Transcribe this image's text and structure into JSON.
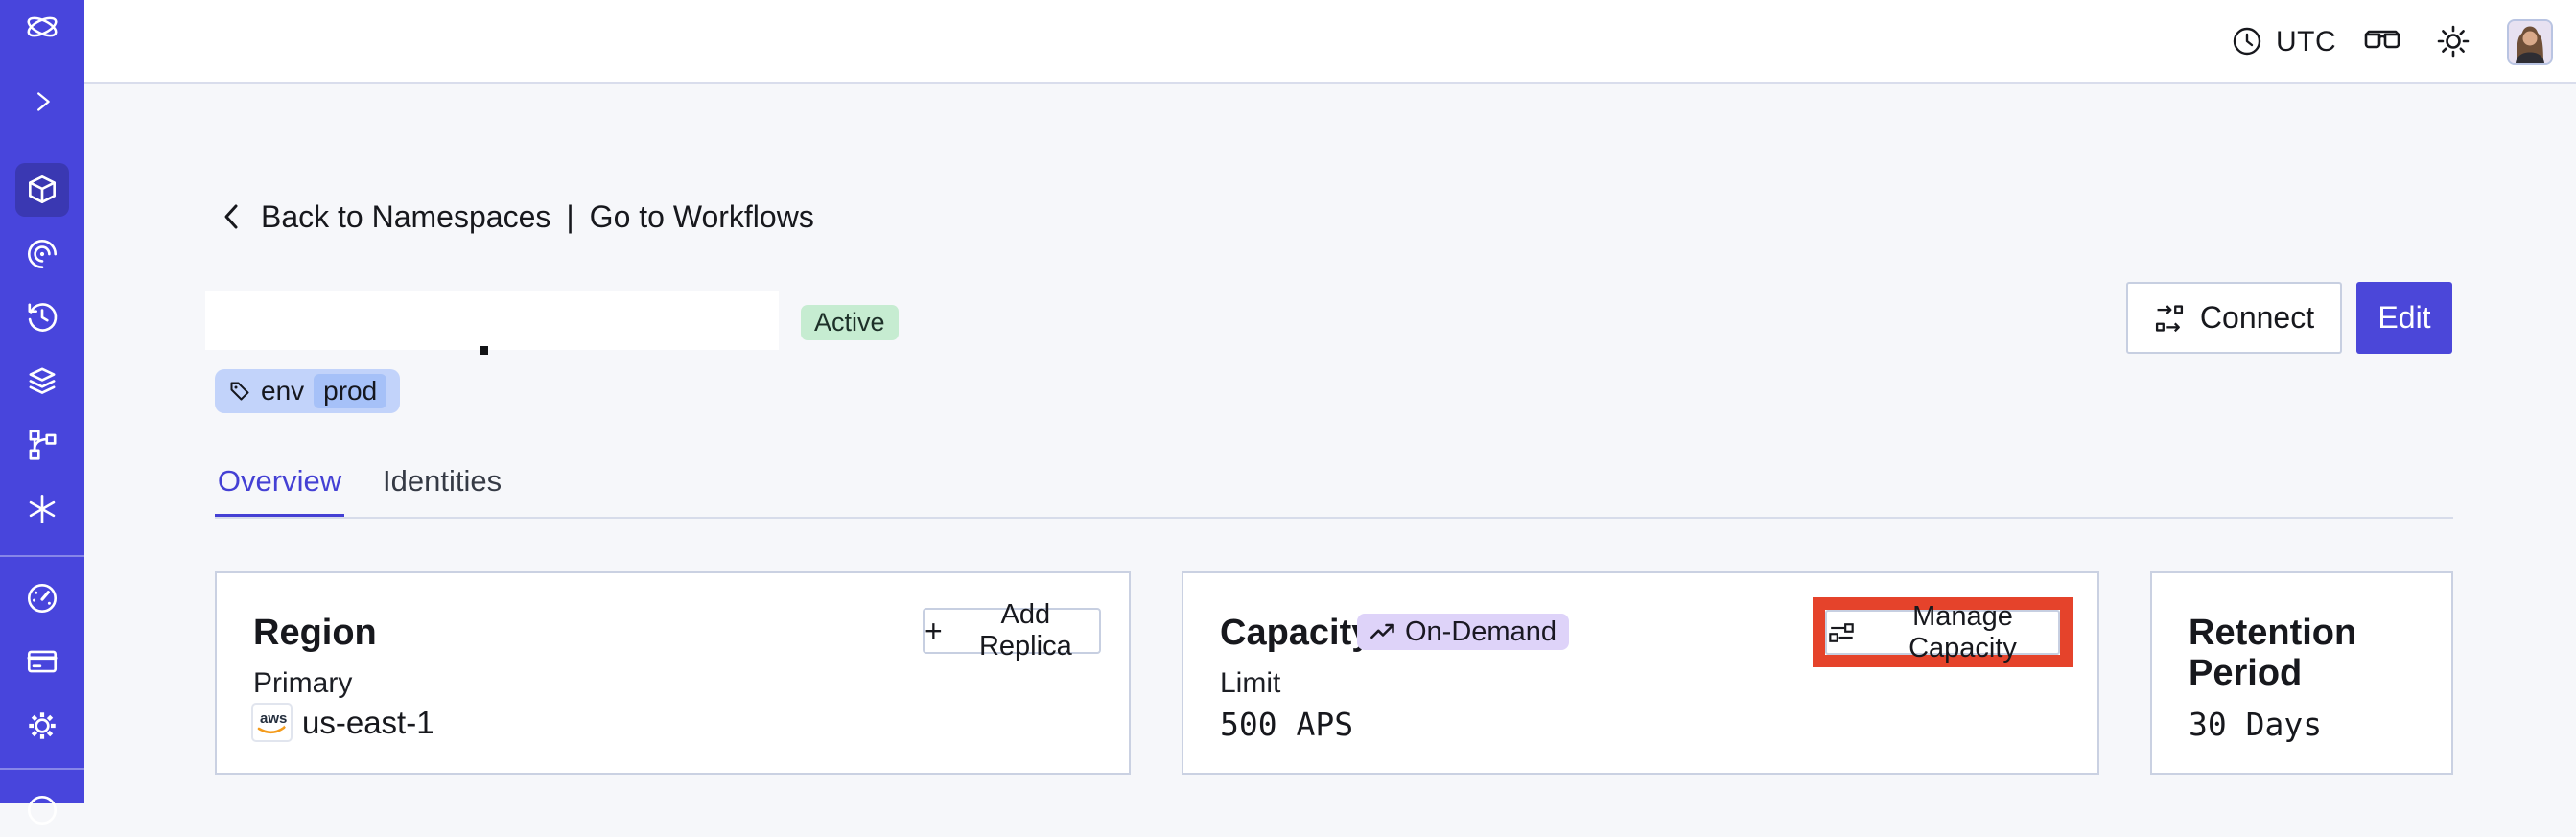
{
  "topbar": {
    "timezone": "UTC",
    "icons": [
      "clock-icon",
      "glasses-icon",
      "sun-icon",
      "avatar"
    ]
  },
  "sidebar": {
    "items": [
      "temporal-logo-icon",
      "expand-chevron-icon",
      "namespaces-cube-icon",
      "observability-spiral-icon",
      "schedules-clock-icon",
      "layers-icon",
      "deployments-branch-icon",
      "nexus-asterisk-icon",
      "divider",
      "usage-gauge-icon",
      "billing-card-icon",
      "settings-gear-icon",
      "divider",
      "support-circle-icon"
    ],
    "active_item": "namespaces-cube-icon"
  },
  "breadcrumb": {
    "back_label": "Back to Namespaces",
    "separator": "|",
    "workflows_label": "Go to Workflows"
  },
  "namespace": {
    "status_badge": "Active",
    "tag": {
      "key": "env",
      "value": "prod"
    }
  },
  "header_actions": {
    "connect_label": "Connect",
    "edit_label": "Edit"
  },
  "tabs": {
    "overview": "Overview",
    "identities": "Identities"
  },
  "cards": {
    "region": {
      "title": "Region",
      "plus_sign": "+",
      "add_replica_label": "Add Replica",
      "field_label": "Primary",
      "provider_label": "aws",
      "region_value": "us-east-1"
    },
    "capacity": {
      "title": "Capacity",
      "badge_label": "On-Demand",
      "manage_label": "Manage Capacity",
      "field_label": "Limit",
      "value": "500 APS"
    },
    "retention": {
      "title": "Retention Period",
      "value": "30 Days"
    }
  },
  "colors": {
    "sidebar_bg": "#4845dc",
    "sidebar_active_bg": "#3a38b2",
    "accent_indigo": "#4b47d9",
    "tab_active": "#4440d4",
    "status_badge_bg": "#c6ecd1",
    "tag_bg": "#c2d3fa",
    "tag_inner_bg": "#a6c1f8",
    "ondemand_bg": "#ded3f9",
    "highlight_red": "#e5432b",
    "card_border": "#cad1e2",
    "content_bg": "#f6f7fa",
    "aws_smile_orange": "#f49b1b"
  }
}
